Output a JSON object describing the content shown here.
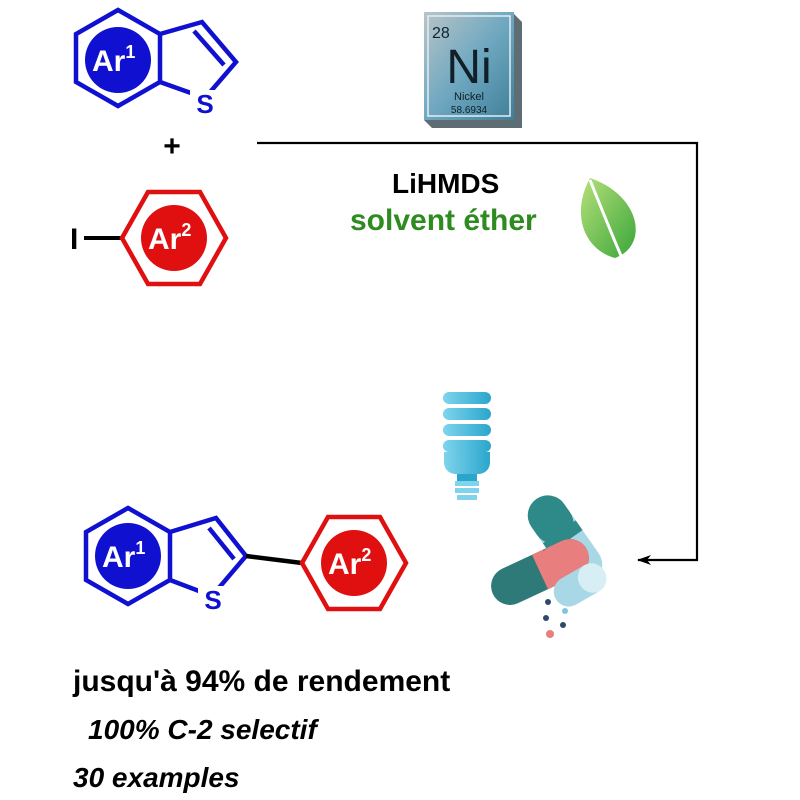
{
  "reactant1": {
    "ring_label": "Ar",
    "ring_sup": "1",
    "heteroatom": "S",
    "ring_color": "#1010d0"
  },
  "plus": "+",
  "reactant2": {
    "halogen": "I",
    "ring_label": "Ar",
    "ring_sup": "2",
    "ring_color": "#e01010"
  },
  "catalyst": {
    "atomic_number": "28",
    "symbol": "Ni",
    "name": "Nickel",
    "mass": "58.6934"
  },
  "conditions": {
    "reagent": "LiHMDS",
    "solvent": "solvent éther",
    "solvent_color": "#2e8b1f"
  },
  "icons": [
    "leaf-icon",
    "light-bulb-icon",
    "pills-icon"
  ],
  "product": {
    "ring1_label": "Ar",
    "ring1_sup": "1",
    "heteroatom": "S",
    "ring2_label": "Ar",
    "ring2_sup": "2"
  },
  "results": {
    "yield": "jusqu'à 94% de rendement",
    "selectivity": "100% C-2 selectif",
    "scope": "30 examples"
  }
}
